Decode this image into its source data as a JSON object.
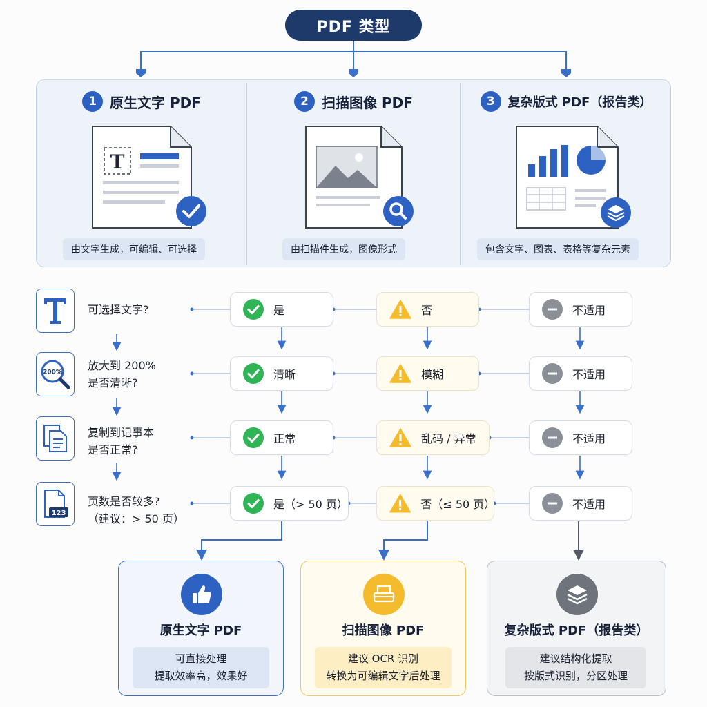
{
  "title": "PDF 类型",
  "types": [
    {
      "num": "1",
      "title": "原生文字 PDF",
      "desc": "由文字生成，可编辑、可选择"
    },
    {
      "num": "2",
      "title": "扫描图像 PDF",
      "desc": "由扫描件生成，图像形式"
    },
    {
      "num": "3",
      "title": "复杂版式 PDF（报告类）",
      "desc": "包含文字、图表、表格等复杂元素"
    }
  ],
  "doc_icon_text": {
    "glyph": "T"
  },
  "questions": [
    {
      "icon": "text-t-icon",
      "line1": "可选择文字?",
      "line2": ""
    },
    {
      "icon": "magnifier-200-icon",
      "icon_label": "200%",
      "line1": "放大到 200%",
      "line2": "是否清晰?"
    },
    {
      "icon": "copy-documents-icon",
      "line1": "复制到记事本",
      "line2": "是否正常?"
    },
    {
      "icon": "page-count-icon",
      "icon_label": "123",
      "line1": "页数是否较多?",
      "line2": "（建议：> 50 页）"
    }
  ],
  "answers": [
    [
      "是",
      "否",
      "不适用"
    ],
    [
      "清晰",
      "模糊",
      "不适用"
    ],
    [
      "正常",
      "乱码 / 异常",
      "不适用"
    ],
    [
      "是（> 50 页）",
      "否（≤ 50 页）",
      "不适用"
    ]
  ],
  "results": [
    {
      "title": "原生文字 PDF",
      "line1": "可直接处理",
      "line2": "提取效率高，效果好"
    },
    {
      "title": "扫描图像 PDF",
      "line1": "建议 OCR 识别",
      "line2": "转换为可编辑文字后处理"
    },
    {
      "title": "复杂版式 PDF（报告类）",
      "line1": "建议结构化提取",
      "line2": "按版式识别，分区处理"
    }
  ],
  "colors": {
    "navy": "#1e3a6b",
    "blue": "#2d62c2",
    "green": "#2fb456",
    "amber": "#f4bb2c",
    "gray": "#8a8f98"
  }
}
